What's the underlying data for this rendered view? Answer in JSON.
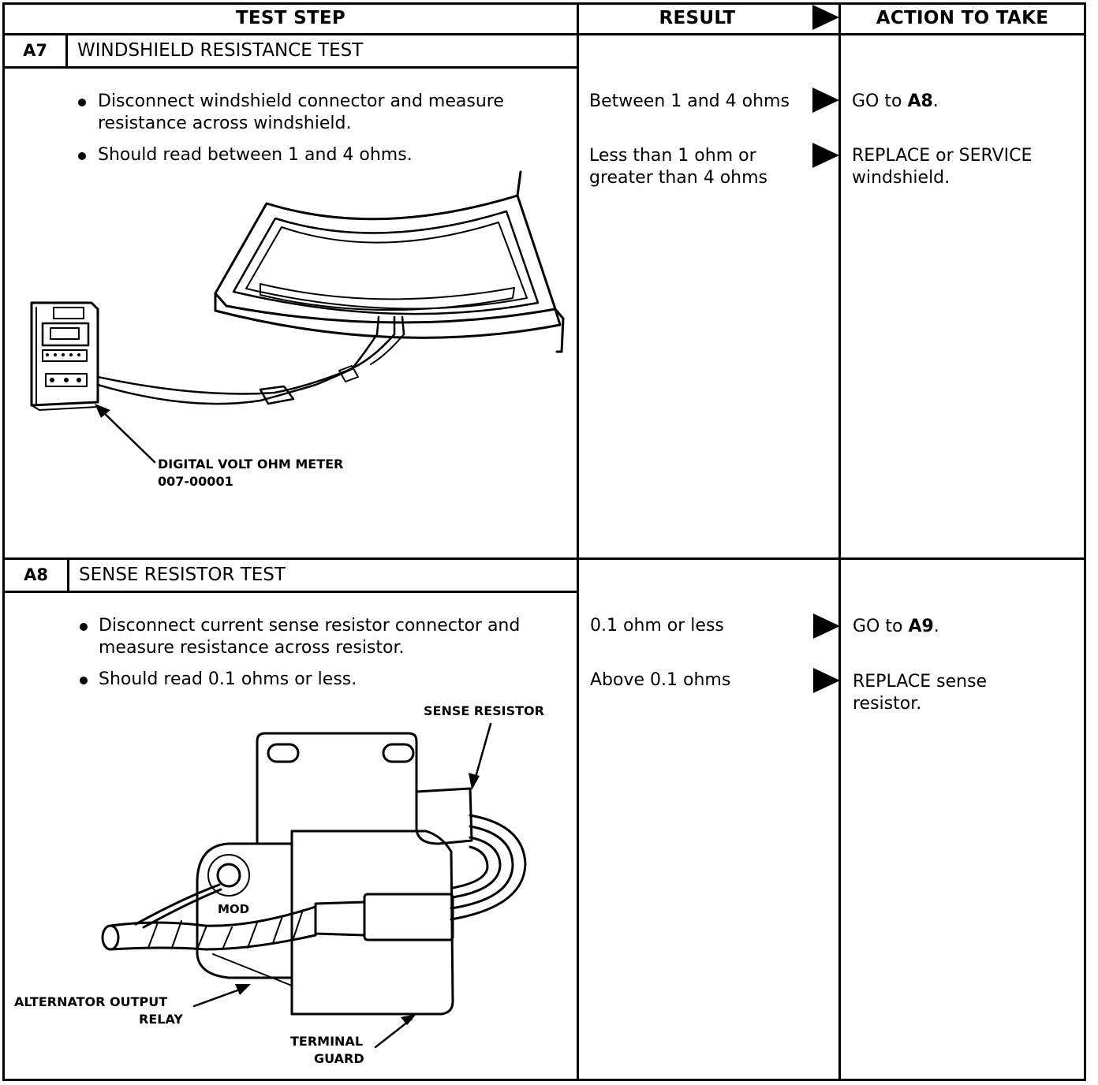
{
  "header": {
    "test_step": "TEST STEP",
    "result": "RESULT",
    "action": "ACTION TO TAKE"
  },
  "steps": [
    {
      "id": "A7",
      "title": "WINDSHIELD RESISTANCE TEST",
      "instructions": [
        [
          "Disconnect windshield connector and measure",
          "resistance across windshield."
        ],
        [
          "Should read between 1 and 4 ohms."
        ]
      ],
      "results": [
        {
          "result": [
            "Between 1 and 4 ohms"
          ],
          "action_prefix": "GO to ",
          "action_bold": "A8",
          "action_suffix": ".",
          "action_lines": []
        },
        {
          "result": [
            "Less than 1 ohm or",
            "greater than 4 ohms"
          ],
          "action_prefix": "",
          "action_bold": "",
          "action_suffix": "",
          "action_lines": [
            "REPLACE or SERVICE",
            "windshield."
          ]
        }
      ],
      "figure_labels": [
        "DIGITAL VOLT OHM METER",
        "007-00001"
      ]
    },
    {
      "id": "A8",
      "title": "SENSE RESISTOR TEST",
      "instructions": [
        [
          "Disconnect current sense resistor connector and",
          "measure resistance across resistor."
        ],
        [
          "Should read 0.1 ohms or less."
        ]
      ],
      "results": [
        {
          "result": [
            "0.1 ohm or less"
          ],
          "action_prefix": "GO to ",
          "action_bold": "A9",
          "action_suffix": ".",
          "action_lines": []
        },
        {
          "result": [
            "Above 0.1 ohms"
          ],
          "action_prefix": "",
          "action_bold": "",
          "action_suffix": "",
          "action_lines": [
            "REPLACE sense",
            "resistor."
          ]
        }
      ],
      "figure_labels": {
        "sense_resistor": "SENSE RESISTOR",
        "mod": "MOD",
        "alternator_1": "ALTERNATOR OUTPUT",
        "alternator_2": "RELAY",
        "guard_1": "TERMINAL",
        "guard_2": "GUARD"
      }
    }
  ]
}
